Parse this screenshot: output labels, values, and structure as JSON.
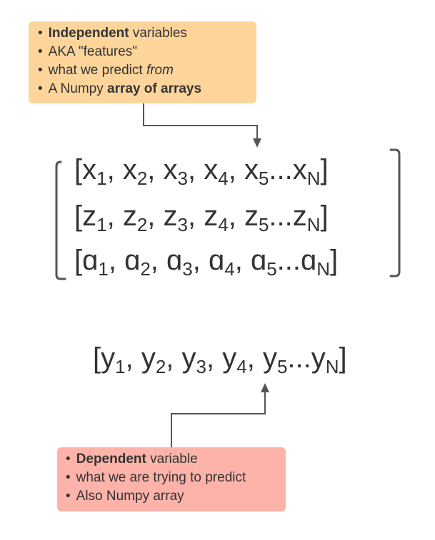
{
  "colors": {
    "independent_note_bg": "#fdd59b",
    "dependent_note_bg": "#fdb3a9",
    "connector": "#555555",
    "text": "#333333"
  },
  "independent_note": {
    "items": [
      {
        "bold": "Independent",
        "text": " variables"
      },
      {
        "text": "AKA \"features\""
      },
      {
        "text": "what we predict ",
        "italic": "from"
      },
      {
        "text": "A Numpy ",
        "bold": "array of arrays"
      }
    ]
  },
  "dependent_note": {
    "items": [
      {
        "bold": "Dependent",
        "text": " variable"
      },
      {
        "text": "what we are trying to predict"
      },
      {
        "text": "Also Numpy array"
      }
    ]
  },
  "feature_matrix": {
    "rows": [
      {
        "open": "[",
        "letter": "x",
        "subs": [
          "1",
          "2",
          "3",
          "4",
          "5"
        ],
        "ellipsis": "...",
        "last_sub": "N",
        "close": "]"
      },
      {
        "open": "[",
        "letter": "z",
        "subs": [
          "1",
          "2",
          "3",
          "4",
          "5"
        ],
        "ellipsis": "...",
        "last_sub": "N",
        "close": "]"
      },
      {
        "open": "[",
        "letter": "ɑ",
        "subs": [
          "1",
          "2",
          "3",
          "4",
          "5"
        ],
        "ellipsis": "...",
        "last_sub": "N",
        "close": "]"
      }
    ]
  },
  "target_array": {
    "open": "[",
    "letter": "y",
    "subs": [
      "1",
      "2",
      "3",
      "4",
      "5"
    ],
    "ellipsis": "...",
    "last_sub": "N",
    "close": "]"
  }
}
